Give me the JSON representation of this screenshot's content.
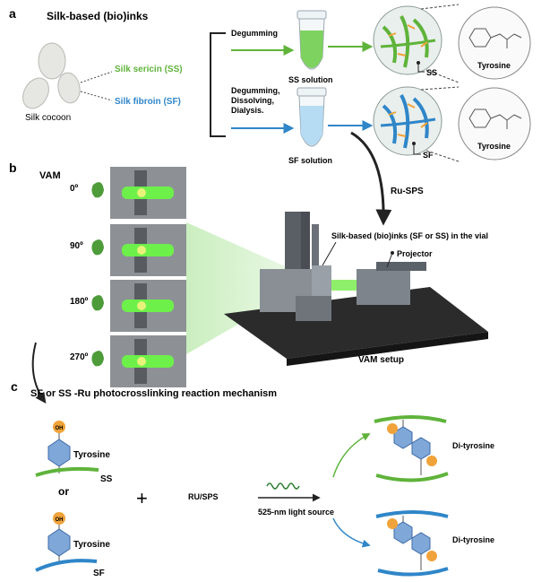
{
  "panel_a": {
    "letter": "a",
    "title": "Silk-based (bio)inks",
    "cocoon_label": "Silk cocoon",
    "sericin_label": "Silk sericin (SS)",
    "fibroin_label": "Silk fibroin (SF)",
    "step_top": "Degumming",
    "step_bottom_1": "Degumming,",
    "step_bottom_2": "Dissolving,",
    "step_bottom_3": "Dialysis.",
    "ss_solution": "SS solution",
    "sf_solution": "SF solution",
    "ss_tag": "SS",
    "sf_tag": "SF",
    "tyrosine_top": "Tyrosine",
    "tyrosine_bottom": "Tyrosine",
    "ru_sps": "Ru-SPS"
  },
  "panel_b": {
    "letter": "b",
    "title": "VAM",
    "angles": [
      "0º",
      "90º",
      "180º",
      "270º"
    ],
    "vial_label": "Silk-based (bio)inks (SF or SS) in the vial",
    "projector_label": "Projector",
    "setup_label": "VAM setup"
  },
  "panel_c": {
    "letter": "c",
    "title": "SF or SS -Ru photocrosslinking reaction mechanism",
    "tyrosine_1": "Tyrosine",
    "tyrosine_2": "Tyrosine",
    "ss_tag": "SS",
    "sf_tag": "SF",
    "or": "or",
    "plus": "+",
    "reagent": "RU/SPS",
    "light": "525-nm light source",
    "di_1": "Di-tyrosine",
    "di_2": "Di-tyrosine",
    "oh": "OH"
  },
  "colors": {
    "green": "#5fb33a",
    "blue": "#2f86c8",
    "orange": "#f0a33a",
    "hex": "#7fa8d8",
    "arrow": "#222222"
  }
}
